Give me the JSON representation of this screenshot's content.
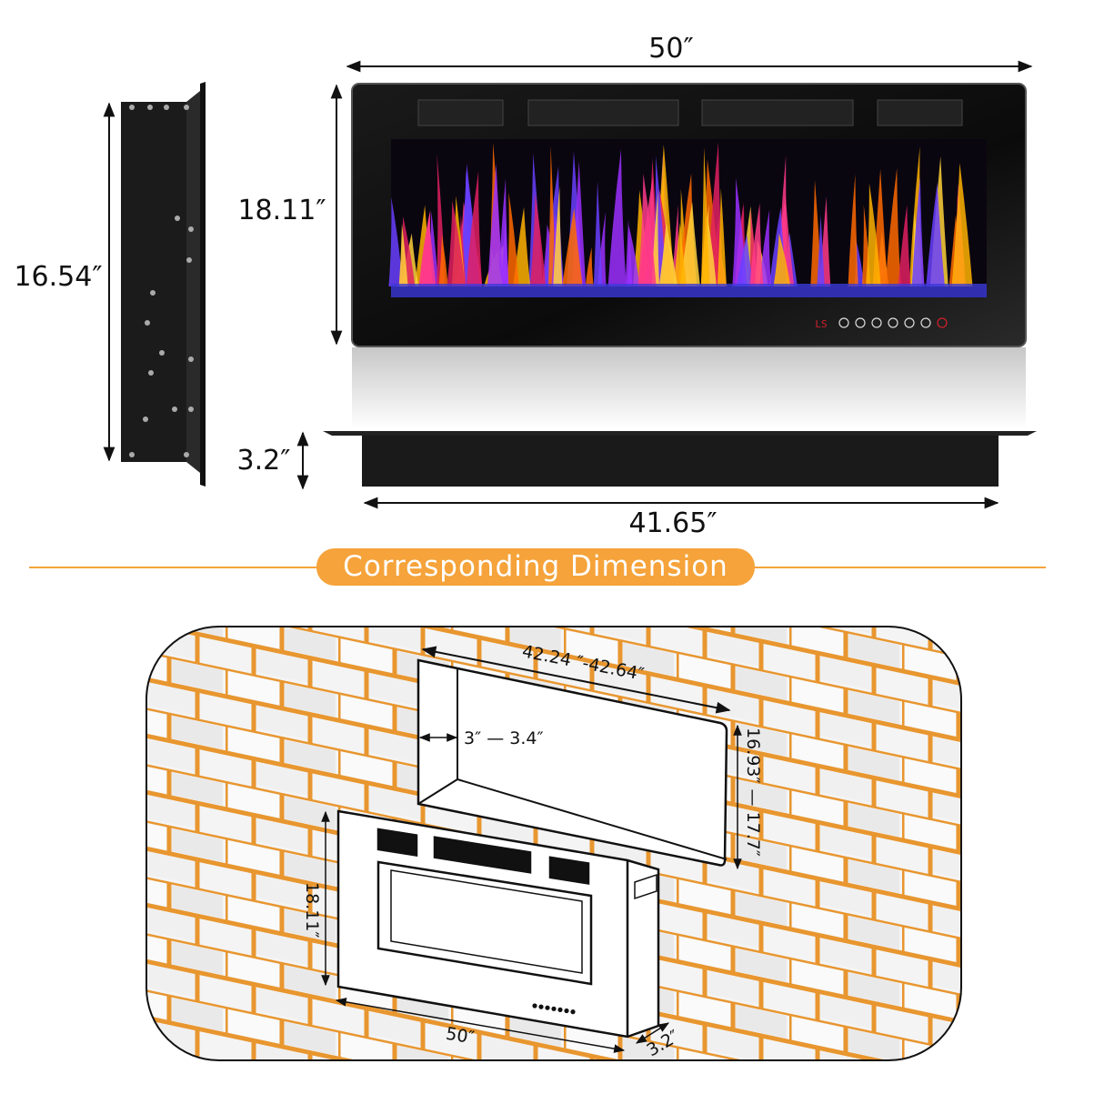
{
  "top_view": {
    "width_label": "50″",
    "height_label": "18.11″",
    "side_height_label": "16.54″",
    "depth_label": "3.2″",
    "box_width_label": "41.65″",
    "control_panel": {
      "display_text": "LS",
      "button_icons": [
        "light-icon",
        "timer-icon",
        "flame-icon",
        "heat-icon",
        "color-icon",
        "brightness-icon",
        "power-icon"
      ]
    }
  },
  "section_banner": {
    "label": "Corresponding Dimension",
    "color": "#f5a33a"
  },
  "install_diagram": {
    "recess_width_label": "42.24 ″-42.64″",
    "recess_depth_label": "3″ — 3.4″",
    "recess_height_label": "16.93″ — 17.7″",
    "unit_height_label": "18.11″",
    "unit_width_label": "50″",
    "unit_depth_label": "3.2″",
    "brick_mortar_color": "#e8962f"
  }
}
